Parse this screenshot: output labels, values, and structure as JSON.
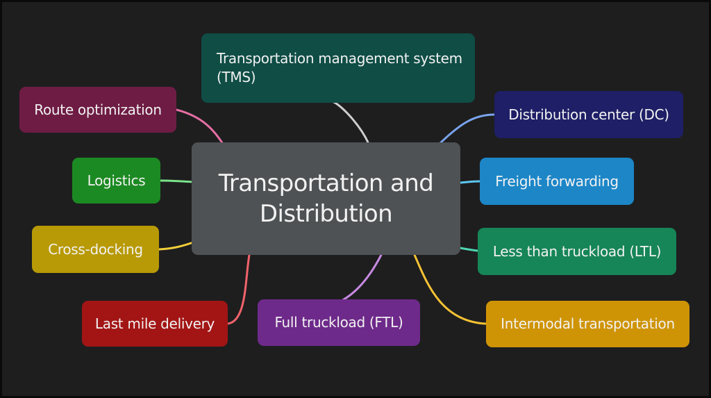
{
  "diagram": {
    "type": "mind-map",
    "center": {
      "label": "Transportation and Distribution",
      "color": "#4f5254"
    },
    "branches": [
      {
        "id": "tms",
        "label": "Transportation management system (TMS)",
        "color": "#0f4d45",
        "link_color": "#cfcfcf"
      },
      {
        "id": "route",
        "label": "Route optimization",
        "color": "#6e1c44",
        "link_color": "#e66fa5"
      },
      {
        "id": "logistics",
        "label": "Logistics",
        "color": "#1c8a22",
        "link_color": "#7be28a"
      },
      {
        "id": "cross",
        "label": "Cross-docking",
        "color": "#b89a06",
        "link_color": "#f2cf3a"
      },
      {
        "id": "lastmile",
        "label": "Last mile delivery",
        "color": "#a31515",
        "link_color": "#f2636a"
      },
      {
        "id": "ftl",
        "label": "Full truckload (FTL)",
        "color": "#6e2a8a",
        "link_color": "#c78ae2"
      },
      {
        "id": "dc",
        "label": "Distribution center (DC)",
        "color": "#1e1f66",
        "link_color": "#7aa5ee"
      },
      {
        "id": "freight",
        "label": "Freight forwarding",
        "color": "#1c86c7",
        "link_color": "#5ec7f2"
      },
      {
        "id": "ltl",
        "label": "Less than truckload (LTL)",
        "color": "#168557",
        "link_color": "#4fd6b0"
      },
      {
        "id": "intermodal",
        "label": "Intermodal transportation",
        "color": "#cf9406",
        "link_color": "#f5c233"
      }
    ]
  }
}
